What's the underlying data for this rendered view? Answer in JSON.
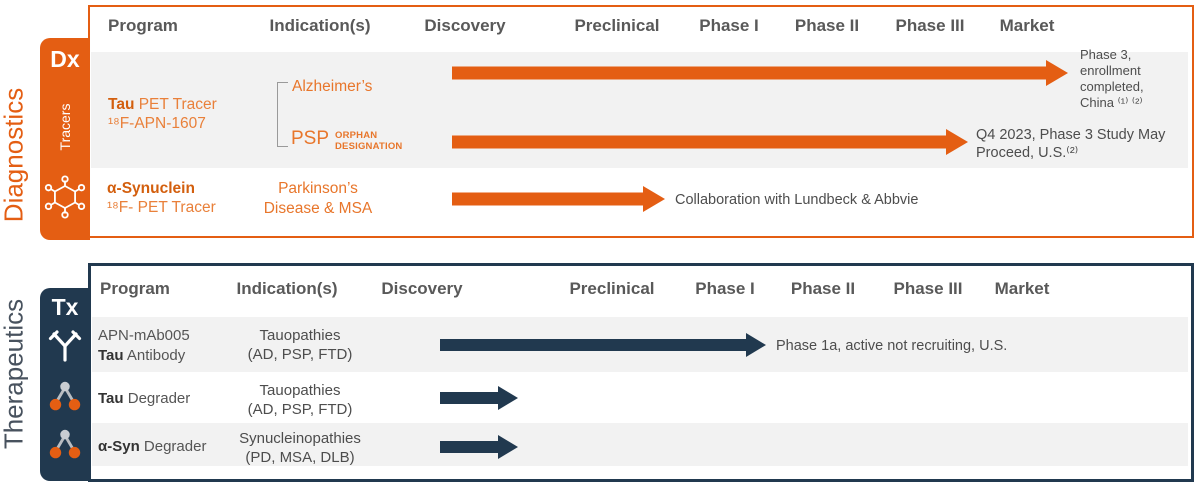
{
  "columns": [
    "Program",
    "Indication(s)",
    "Discovery",
    "Preclinical",
    "Phase I",
    "Phase II",
    "Phase III",
    "Market"
  ],
  "palette": {
    "orange": "#E45E13",
    "navy": "#21394F",
    "row_band": "#F2F2F2",
    "header_text": "#595959",
    "body_text": "#4D4D4D"
  },
  "diagnostics": {
    "side_label": "Diagnostics",
    "tab": {
      "label": "Dx",
      "sublabel": "Tracers",
      "icon": "molecule-icon"
    },
    "tau_tracer": {
      "program_bold": "Tau",
      "program_rest": " PET Tracer",
      "program_line2": "¹⁸F-APN-1607",
      "indication1": "Alzheimer’s",
      "indication2": "PSP",
      "indication2_badge": "ORPHAN DESIGNATION",
      "arrow1_note": "Phase 3, enrollment completed, China ⁽¹⁾ ⁽²⁾",
      "arrow2_note": "Q4 2023, Phase 3 Study May Proceed, U.S.⁽²⁾"
    },
    "asyn_tracer": {
      "program_bold": "α-Synuclein",
      "program_line2": "¹⁸F- PET Tracer",
      "indication_line1": "Parkinson’s",
      "indication_line2": "Disease & MSA",
      "arrow_note": "Collaboration with Lundbeck & Abbvie"
    }
  },
  "therapeutics": {
    "side_label": "Therapeutics",
    "tab": {
      "label": "Tx",
      "icons": [
        "antibody-icon",
        "degrader-molecule-icon",
        "degrader-molecule-icon"
      ]
    },
    "rows": [
      {
        "program_line1": "APN-mAb005",
        "program_bold": "Tau",
        "program_rest": " Antibody",
        "indication_line1": "Tauopathies",
        "indication_line2": "(AD, PSP, FTD)",
        "arrow_note": "Phase 1a, active not recruiting, U.S."
      },
      {
        "program_bold": "Tau",
        "program_rest": " Degrader",
        "indication_line1": "Tauopathies",
        "indication_line2": "(AD, PSP, FTD)"
      },
      {
        "program_bold": "α-Syn",
        "program_rest": " Degrader",
        "indication_line1": "Synucleinopathies",
        "indication_line2": "(PD, MSA, DLB)"
      }
    ]
  }
}
